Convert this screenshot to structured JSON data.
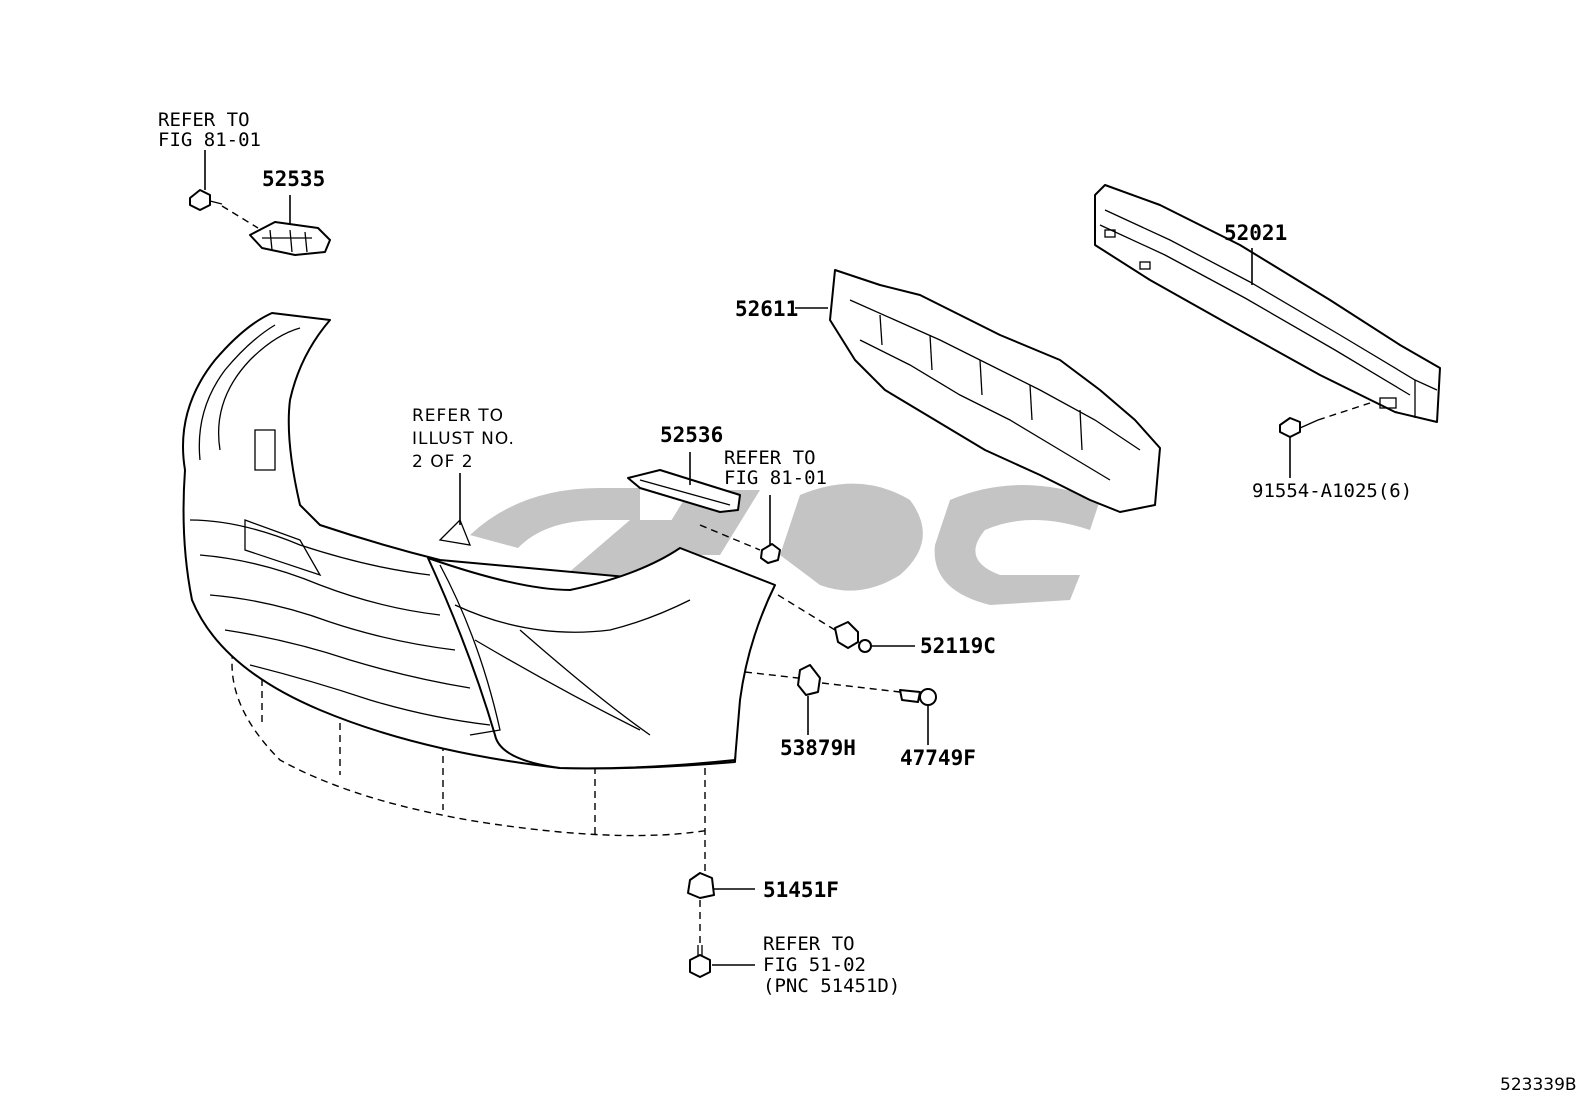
{
  "diagram": {
    "drawing_id": "523339B",
    "watermark_color": "#c4c4c4",
    "line_color": "#000000",
    "refs": {
      "top_left": [
        "REFER TO",
        "FIG 81-01"
      ],
      "illust": [
        "REFER TO",
        "ILLUST NO.",
        "2 OF 2"
      ],
      "center": [
        "REFER TO",
        "FIG 81-01"
      ],
      "bottom": [
        "REFER TO",
        "FIG 51-02",
        "(PNC 51451D)"
      ]
    },
    "parts": {
      "p52535": "52535",
      "p52021": "52021",
      "p52611": "52611",
      "p52536": "52536",
      "p91554": "91554-A1025(6)",
      "p52119c": "52119C",
      "p53879h": "53879H",
      "p47749f": "47749F",
      "p51451f": "51451F"
    }
  }
}
